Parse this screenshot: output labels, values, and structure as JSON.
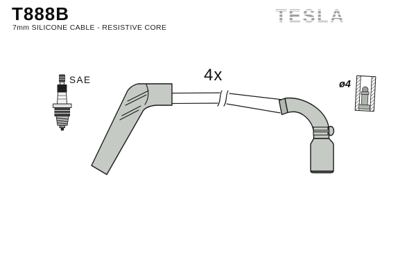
{
  "header": {
    "part_number": "T888B",
    "subtitle": "7mm SILICONE CABLE - RESISTIVE CORE",
    "brand": "TESLA",
    "brand_color": "#9ca29e"
  },
  "diagram": {
    "quantity_label": "4x",
    "plug_standard_label": "SAE",
    "terminal_diameter_label": "ø4",
    "colors": {
      "boot_fill": "#c5cac4",
      "boot_fill_dark": "#b2b8b2",
      "outline": "#1a1a1a",
      "terminal_fill": "#b0b6af",
      "label_color": "#111111"
    }
  }
}
